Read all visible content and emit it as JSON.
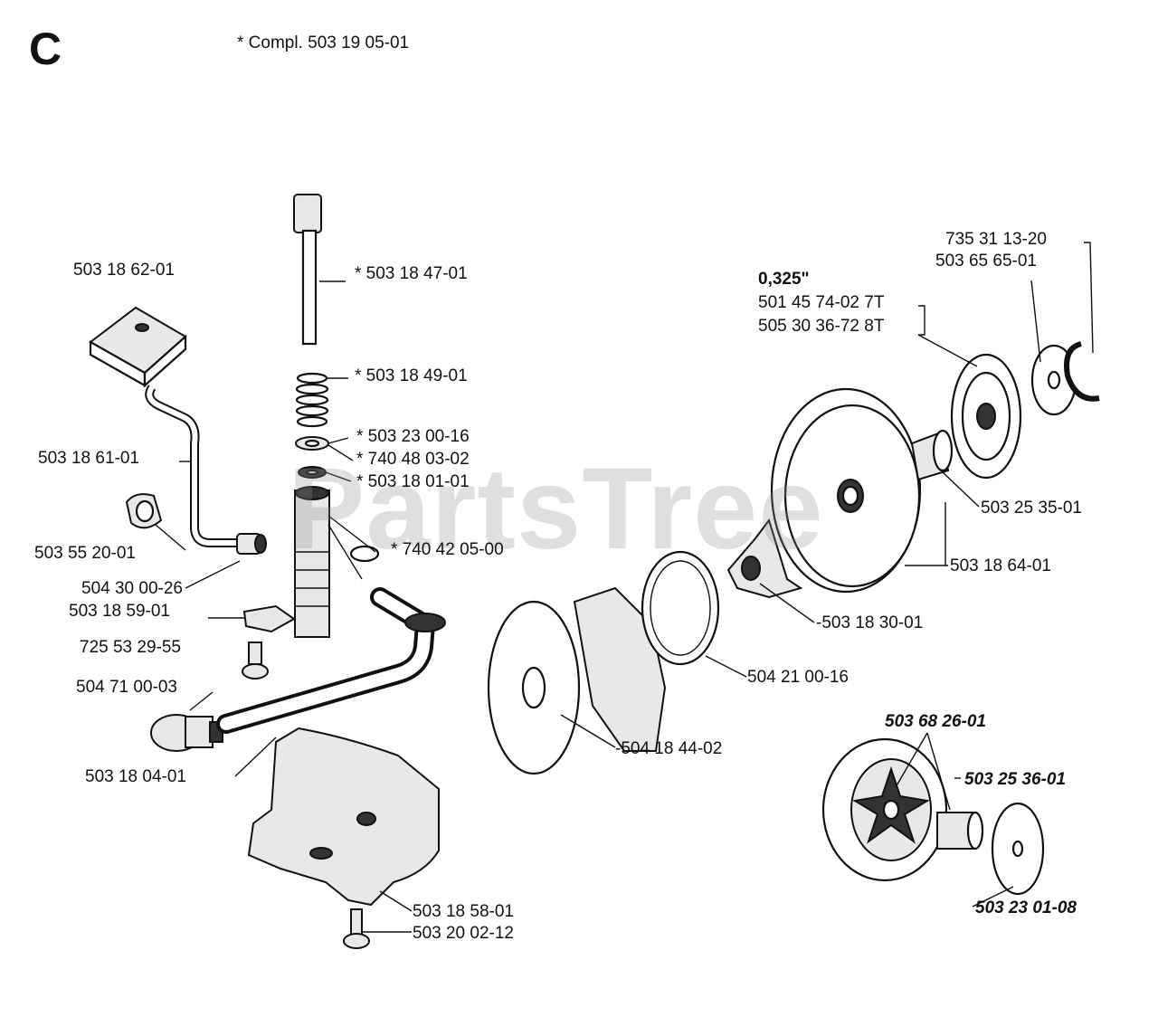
{
  "section_letter": "C",
  "note": "* Compl. 503 19 05-01",
  "watermark": "PartsTree",
  "labels": {
    "p01": "503 18 62-01",
    "p02": "* 503 18 47-01",
    "p03": "* 503 18 49-01",
    "p04": "503 18 61-01",
    "p05": "* 503 23 00-16",
    "p06": "* 740 48 03-02",
    "p07": "* 503 18 01-01",
    "p08": "* 740 42 05-00",
    "p09": "503 55 20-01",
    "p10": "504 30 00-26",
    "p11": "503 18 59-01",
    "p12": "725 53 29-55",
    "p13": "504 71 00-03",
    "p14": "503 18 04-01",
    "p15": "503 18 58-01",
    "p16": "503 20 02-12",
    "p17": "735 31 13-20",
    "p18": "503 65 65-01",
    "p19": "0,325\"",
    "p20": "501 45 74-02 7T",
    "p21": "505 30 36-72 8T",
    "p22": "503 25 35-01",
    "p23": "503 18 64-01",
    "p24": "-503 18 30-01",
    "p25": "504 21 00-16",
    "p26": "-504 18 44-02",
    "p27": "503 68 26-01",
    "p28": "503 25 36-01",
    "p29": "503 23 01-08"
  }
}
